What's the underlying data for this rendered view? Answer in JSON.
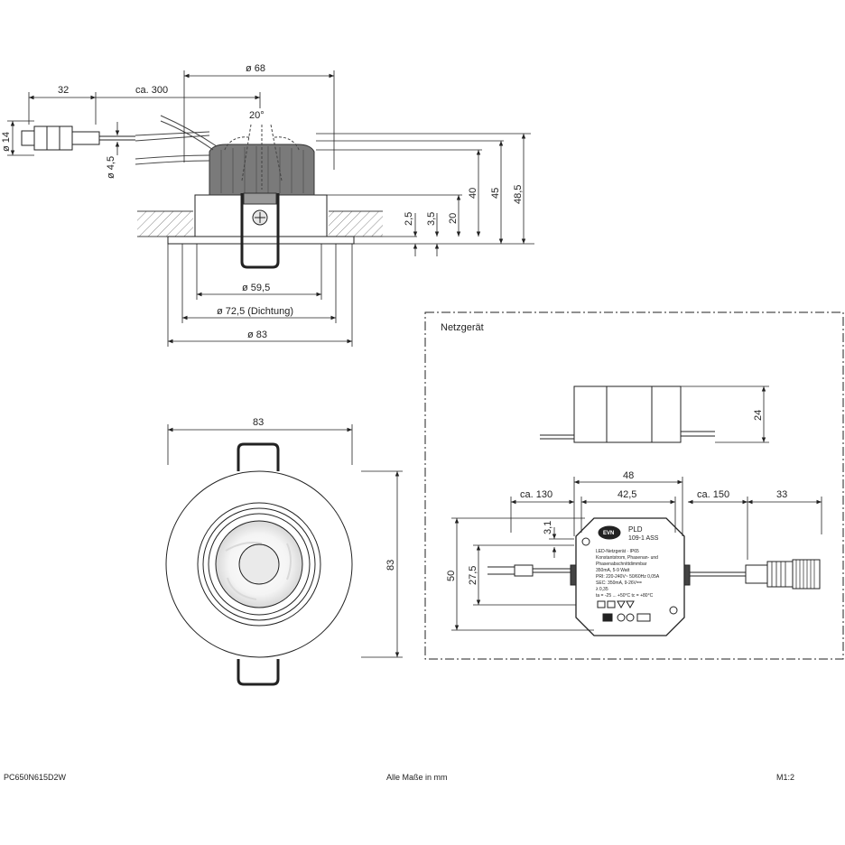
{
  "dimensions": {
    "d68": "ø 68",
    "len32": "32",
    "ca300": "ca. 300",
    "angle20": "20°",
    "d14": "ø 14",
    "d45": "ø 4,5",
    "h2_5": "2,5",
    "h3_5": "3,5",
    "h20": "20",
    "h40": "40",
    "h45": "45",
    "h48_5": "48,5",
    "d59_5": "ø 59,5",
    "d72_5": "ø 72,5 (Dichtung)",
    "d83": "ø 83",
    "top_w83": "83",
    "top_h83": "83"
  },
  "psu": {
    "title": "Netzgerät",
    "h24": "24",
    "w48": "48",
    "w42_5": "42,5",
    "ca130": "ca. 130",
    "ca150": "ca. 150",
    "len33": "33",
    "h3_1": "3,1",
    "h27_5": "27,5",
    "h50": "50",
    "label": {
      "brand": "EVN",
      "model": "PLD",
      "part": "109-1 ASS",
      "line1": "LED-Netzgerät  ·  IP65",
      "line2": "Konstantstrom, Phasenan- und",
      "line3": "Phasenabschnittdimmbar",
      "line4": "350mA, 5-9 Watt",
      "line5": "PRI: 220-240V~ 50/60Hz 0,05A",
      "line6": "SEC: 350mA, 9-26V==",
      "line7": "λ 0,35",
      "line8": "ta = -25 ... +50°C  tc = +80°C"
    }
  },
  "footer": {
    "part_number": "PC650N615D2W",
    "units_note": "Alle Maße in mm",
    "scale": "M1:2"
  }
}
